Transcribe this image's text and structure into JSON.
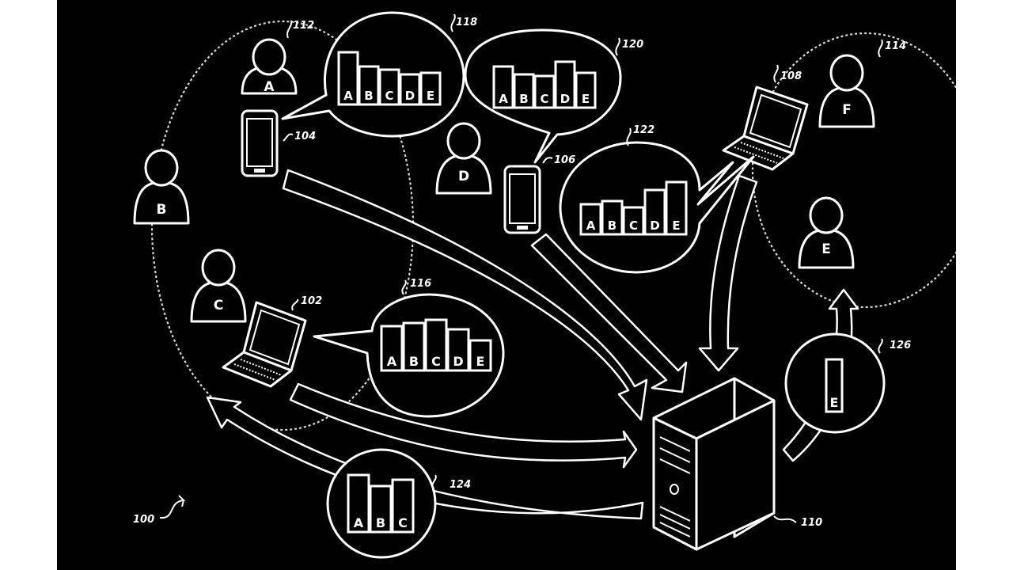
{
  "users": [
    {
      "letter": "A"
    },
    {
      "letter": "B"
    },
    {
      "letter": "C"
    },
    {
      "letter": "D"
    },
    {
      "letter": "E"
    },
    {
      "letter": "F"
    }
  ],
  "bars": {
    "five": [
      "A",
      "B",
      "C",
      "D",
      "E"
    ],
    "three": [
      "A",
      "B",
      "C"
    ],
    "single": [
      "E"
    ]
  },
  "refs": {
    "system": "100",
    "laptop_102": "102",
    "phone_104": "104",
    "phone_106": "106",
    "laptop_108": "108",
    "server_110": "110",
    "group_112": "112",
    "group_114": "114",
    "bubble_116": "116",
    "bubble_118": "118",
    "bubble_120": "120",
    "bubble_122": "122",
    "bubble_124": "124",
    "bubble_126": "126"
  }
}
